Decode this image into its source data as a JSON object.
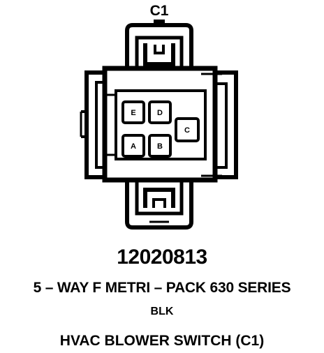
{
  "connector_label": "C1",
  "pins": [
    {
      "id": "E",
      "label": "E"
    },
    {
      "id": "D",
      "label": "D"
    },
    {
      "id": "C",
      "label": "C"
    },
    {
      "id": "A",
      "label": "A"
    },
    {
      "id": "B",
      "label": "B"
    }
  ],
  "part_number": "12020813",
  "description": "5 – WAY F METRI – PACK 630 SERIES",
  "color": "BLK",
  "name": "HVAC BLOWER SWITCH (C1)"
}
